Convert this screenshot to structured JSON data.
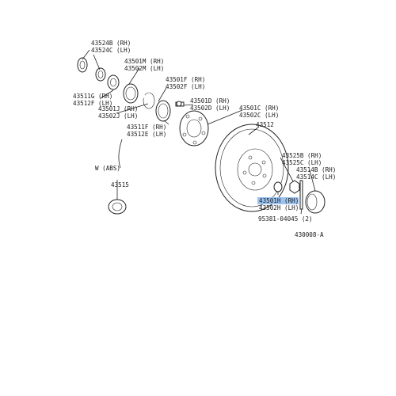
{
  "labels": {
    "p43524b": "43524B (RH)",
    "p43524c": "43524C (LH)",
    "p43501m": "43501M (RH)",
    "p43502m": "43502M (LH)",
    "p43501f": "43501F (RH)",
    "p43502f": "43502F (LH)",
    "p43511g": "43511G (RH)",
    "p43512f": "43512F (LH)",
    "p43501j": "43501J (RH)",
    "p43502j": "43502J (LH)",
    "p43501d": "43501D (RH)",
    "p43502d": "43502D (LH)",
    "p43501c": "43501C (RH)",
    "p43502c": "43502C (LH)",
    "p43511f": "43511F (RH)",
    "p43512e": "43512E (LH)",
    "p43512": "43512",
    "p43525b": "43525B (RH)",
    "p43525c": "43525C (LH)",
    "p43514b": "43514B (RH)",
    "p43514c": "43514C (LH)",
    "w_abs": "W (ABS)",
    "p43515": "43515",
    "p43501h": "43501H (RH)",
    "p43502h": "43502H (LH)",
    "p95381": "95381-04045 (2)",
    "diagram_id": "430008-A"
  },
  "highlight_color": "#9cc3f0"
}
